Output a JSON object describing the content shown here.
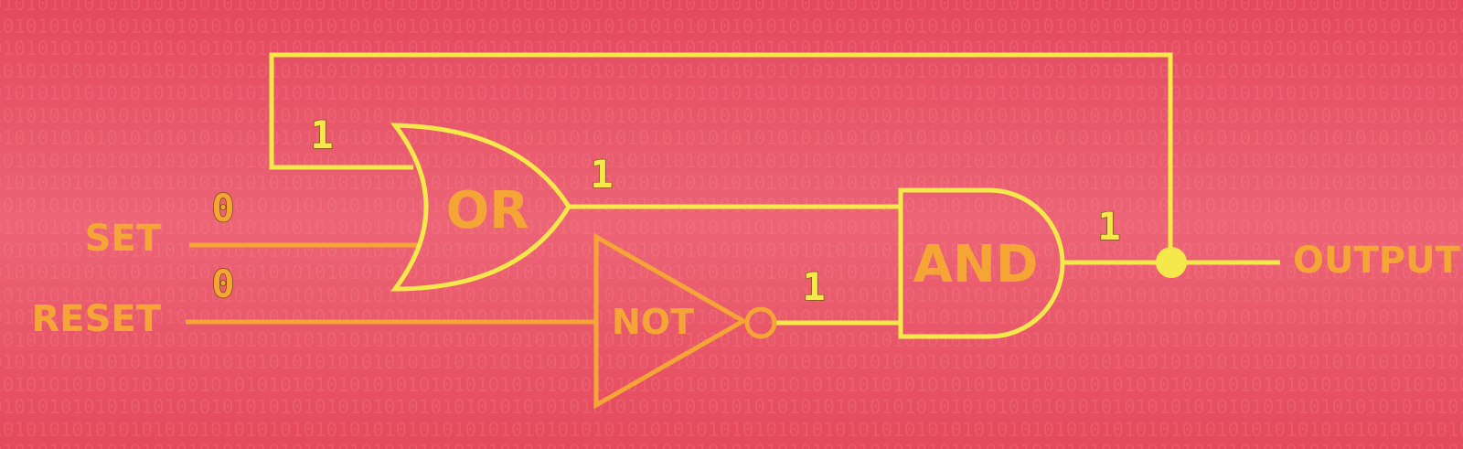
{
  "gates": {
    "or_label": "OR",
    "and_label": "AND",
    "not_label": "NOT"
  },
  "inputs": {
    "set_label": "SET",
    "reset_label": "RESET"
  },
  "output": {
    "label": "OUTPUT"
  },
  "bits": {
    "feedback": "1",
    "or_out": "1",
    "set": "0",
    "reset": "0",
    "not_out": "1",
    "and_out": "1"
  },
  "colors": {
    "background": "#e85a6a",
    "wire_active": "#f5e84a",
    "wire_inactive": "#f4a535"
  }
}
